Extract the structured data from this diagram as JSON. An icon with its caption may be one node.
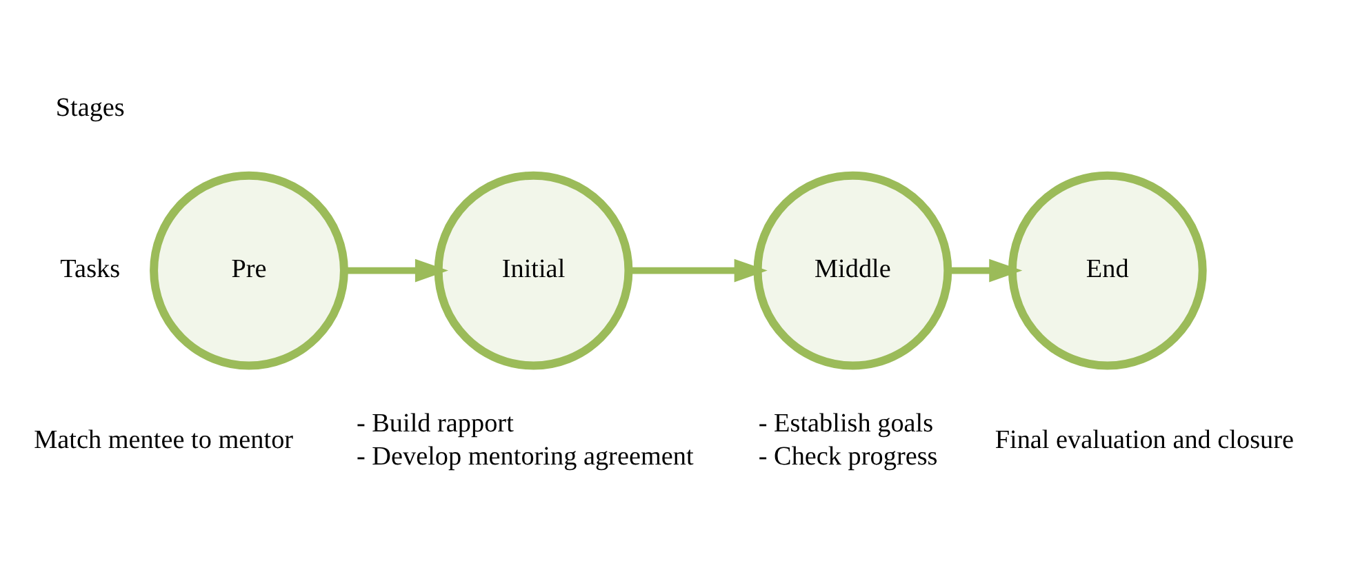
{
  "diagram": {
    "nodes": [
      {
        "text": [
          "Pre"
        ],
        "beside": [
          "Match mentee to mentor"
        ]
      },
      {
        "text": [
          "Initial"
        ],
        "beside": [
          "- Build rapport",
          "- Develop mentoring agreement"
        ]
      },
      {
        "text": [
          "Middle"
        ],
        "beside": [
          "- Establish goals",
          "- Check progress"
        ]
      },
      {
        "text": [
          "End"
        ],
        "beside": [
          "Final evaluation and closure"
        ]
      }
    ],
    "edges": [
      {
        "from": 0,
        "to": 1,
        "arrow": "to"
      },
      {
        "from": 1,
        "to": 2,
        "arrow": "to"
      },
      {
        "from": 2,
        "to": 3,
        "arrow": "to"
      }
    ],
    "labels": [
      "Stages",
      "Tasks"
    ]
  }
}
